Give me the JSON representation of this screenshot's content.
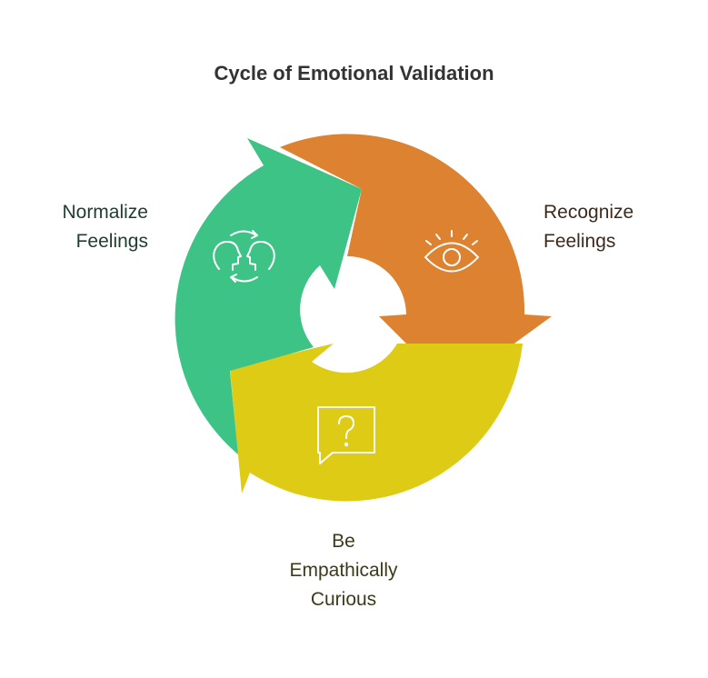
{
  "title": "Cycle of Emotional Validation",
  "steps": [
    {
      "lines": [
        "Recognize",
        "Feelings"
      ],
      "icon": "eye-icon",
      "color": "#DC8230"
    },
    {
      "lines": [
        "Be",
        "Empathically",
        "Curious"
      ],
      "icon": "question-speech-bubble-icon",
      "color": "#DDCB16"
    },
    {
      "lines": [
        "Normalize",
        "Feelings"
      ],
      "icon": "two-heads-exchange-icon",
      "color": "#3EC386"
    }
  ]
}
